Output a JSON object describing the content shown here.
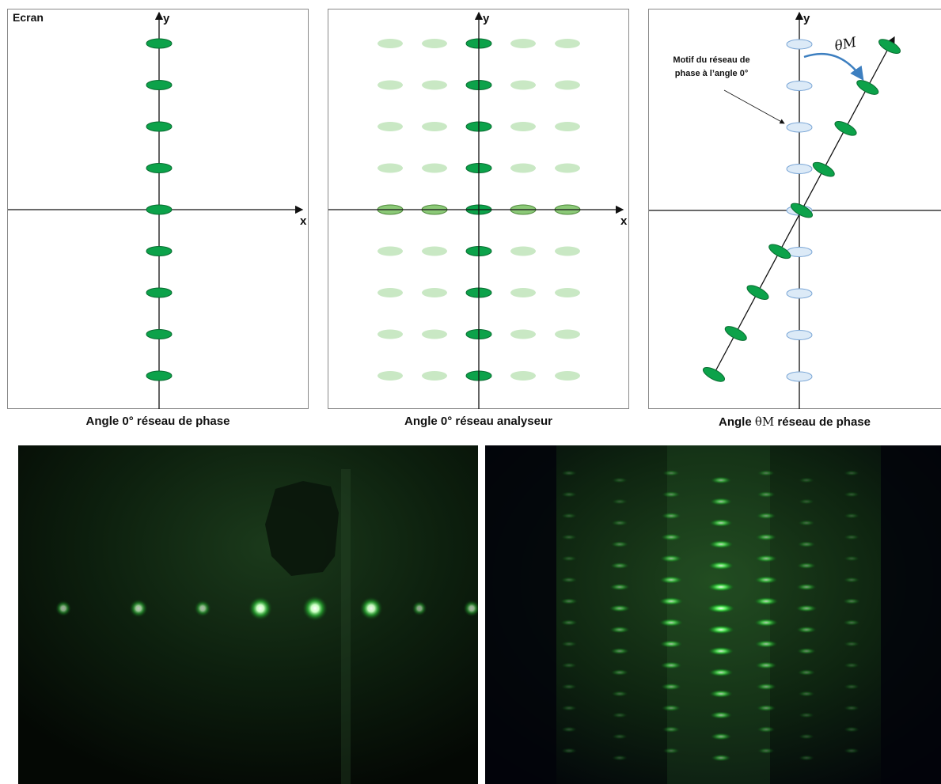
{
  "panels": {
    "phase_0": {
      "screen_label": "Ecran",
      "x_axis_label": "x",
      "y_axis_label": "y",
      "caption": "Angle 0° réseau de phase",
      "orders": [
        -4,
        -3,
        -2,
        -1,
        0,
        1,
        2,
        3,
        4
      ],
      "spot_color": "#0ca24a"
    },
    "analyzer_0": {
      "x_axis_label": "x",
      "y_axis_label": "y",
      "caption": "Angle 0° réseau analyseur",
      "columns": [
        -2,
        -1,
        0,
        1,
        2
      ],
      "orders": [
        -4,
        -3,
        -2,
        -1,
        0,
        1,
        2,
        3,
        4
      ],
      "spot_color": "#0ca24a",
      "faint_color": "#c9e8c4",
      "axis_row_color": "#8cc978"
    },
    "phase_theta": {
      "x_axis_label": "x",
      "y_axis_label": "y",
      "theta_label": "θM",
      "note_line1": "Motif du réseau de",
      "note_line2": "phase à l’angle 0°",
      "caption_prefix": "Angle ",
      "caption_symbol": "θM",
      "caption_suffix": " réseau de phase",
      "orders": [
        -4,
        -3,
        -2,
        -1,
        0,
        1,
        2,
        3,
        4
      ],
      "spot_color": "#0ca24a",
      "reference_color": "#dceaf7",
      "arrow_color": "#3d7fc0"
    }
  },
  "photos": {
    "left": {
      "dot_brightness": [
        0.4,
        0.55,
        0.45,
        0.9,
        1.0,
        0.85,
        0.35,
        0.45
      ]
    },
    "right": {
      "columns": 7,
      "rows": 14
    }
  }
}
